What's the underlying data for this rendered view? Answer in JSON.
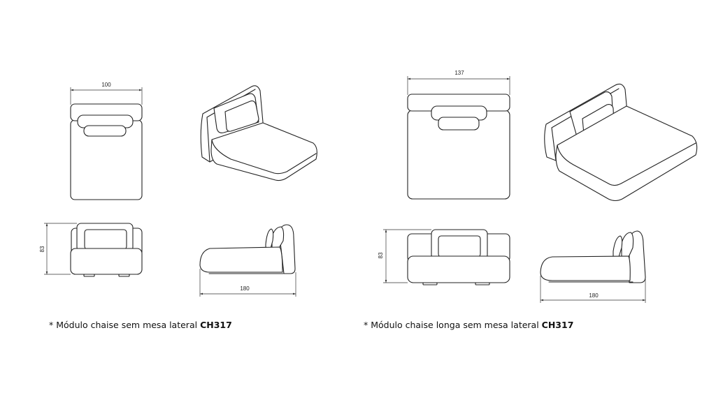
{
  "modules": [
    {
      "name": "chaise",
      "dims": {
        "width": "100",
        "height": "83",
        "depth": "180"
      },
      "caption_prefix": "* Módulo chaise sem mesa lateral",
      "caption_code": "CH317"
    },
    {
      "name": "chaise-longa",
      "dims": {
        "width": "137",
        "height": "83",
        "depth": "180"
      },
      "caption_prefix": "* Módulo chaise longa sem mesa lateral",
      "caption_code": "CH317"
    }
  ]
}
